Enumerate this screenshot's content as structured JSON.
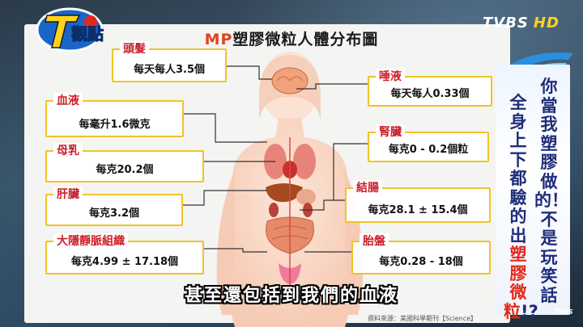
{
  "title_prefix": "MP",
  "title_main": "塑膠微粒人體分布圖",
  "broadcaster": {
    "logo_text": "TVBS",
    "hd_label": "HD",
    "program_logo": "T觀點"
  },
  "cards": [
    {
      "id": "hair",
      "label": "頭髮",
      "value": "每天每人3.5個"
    },
    {
      "id": "saliva",
      "label": "唾液",
      "value": "每天每人0.33個"
    },
    {
      "id": "blood",
      "label": "血液",
      "value": "每毫升1.6微克"
    },
    {
      "id": "kidney",
      "label": "腎臟",
      "value": "每克0 - 0.2個粒"
    },
    {
      "id": "breastmilk",
      "label": "母乳",
      "value": "每克20.2個"
    },
    {
      "id": "colon",
      "label": "結腸",
      "value": "每克28.1 ± 15.4個"
    },
    {
      "id": "liver",
      "label": "肝臟",
      "value": "每克3.2個"
    },
    {
      "id": "vein",
      "label": "大隱靜脈組織",
      "value": "每克4.99 ± 17.18個"
    },
    {
      "id": "placenta",
      "label": "胎盤",
      "value": "每克0.28 - 18個"
    }
  ],
  "side_banner": {
    "line1": "你當我塑膠做的！不是玩笑話",
    "line2_prefix": "全身上下都驗的出",
    "line2_highlight": "塑膠微粒",
    "line2_suffix": "!?"
  },
  "subtitle": "甚至還包括到我們的血液",
  "source": "資料來源：美國科學期刊【Science】",
  "colors": {
    "card_border": "#f0c326",
    "label_red": "#cc1f2a",
    "accent_orange": "#e0441c",
    "banner_blue": "#1f2d7a"
  }
}
